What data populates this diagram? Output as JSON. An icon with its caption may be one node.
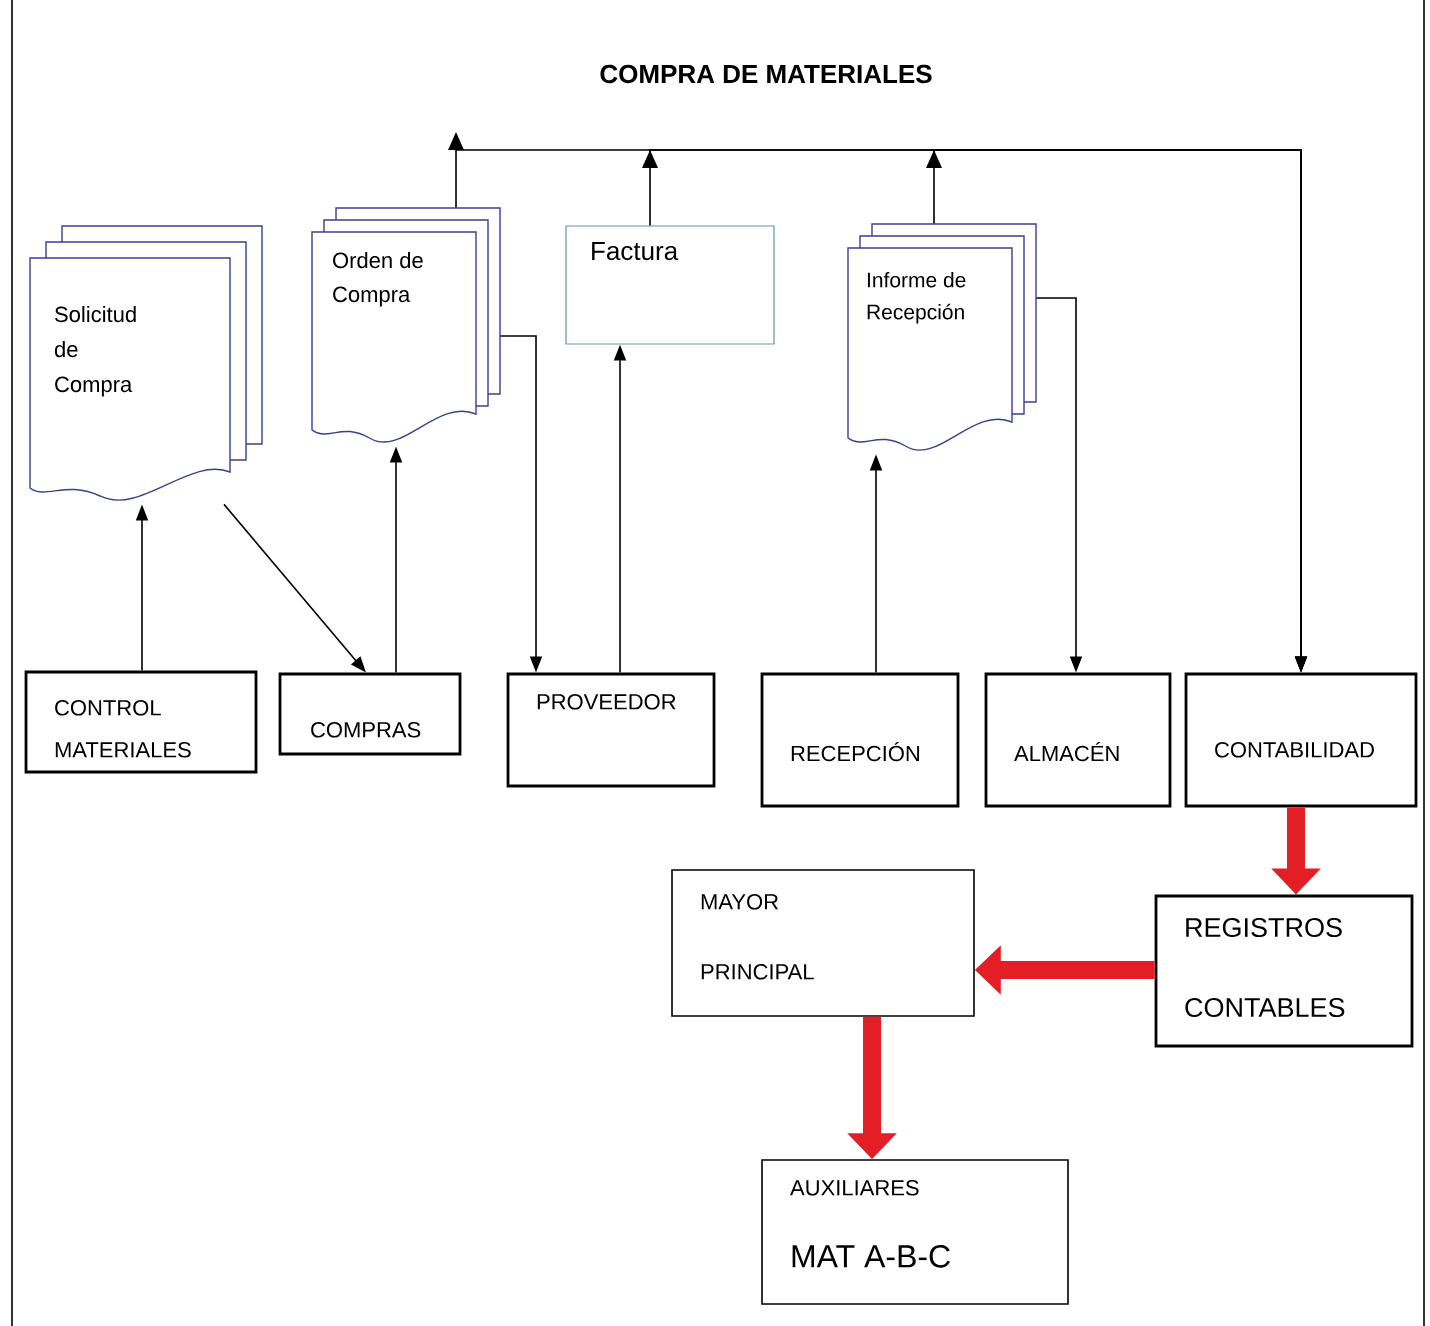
{
  "diagram": {
    "title": "COMPRA DE MATERIALES",
    "nodes": [
      {
        "text": [
          "Solicitud de Compra"
        ]
      },
      {
        "text": [
          "Orden de Compra"
        ]
      },
      {
        "text": [
          "Factura"
        ]
      },
      {
        "text": [
          "Informe de Recepción"
        ]
      },
      {
        "text": [
          "CONTROL MATERIALES"
        ]
      },
      {
        "text": [
          "COMPRAS"
        ]
      },
      {
        "text": [
          "PROVEEDOR"
        ]
      },
      {
        "text": [
          "RECEPCIÓN"
        ]
      },
      {
        "text": [
          "ALMACÉN"
        ]
      },
      {
        "text": [
          "CONTABILIDAD"
        ]
      },
      {
        "text": [
          "MAYOR PRINCIPAL"
        ]
      },
      {
        "text": [
          "REGISTROS CONTABLES"
        ]
      },
      {
        "text": [
          "AUXILIARES",
          "MAT A-B-C"
        ]
      }
    ],
    "edges": [
      {
        "from": 4,
        "to": 0,
        "arrow": "to"
      },
      {
        "from": 0,
        "to": 5,
        "arrow": "to"
      },
      {
        "from": 5,
        "to": 1,
        "arrow": "to"
      },
      {
        "from": 1,
        "to": 6,
        "arrow": "to"
      },
      {
        "from": 6,
        "to": 2,
        "arrow": "to"
      },
      {
        "from": 7,
        "to": 3,
        "arrow": "to"
      },
      {
        "from": 3,
        "to": 8,
        "arrow": "to"
      },
      {
        "from": 1,
        "to": 9,
        "arrow": "to"
      },
      {
        "from": 2,
        "to": 9,
        "arrow": "to"
      },
      {
        "from": 3,
        "to": 9,
        "arrow": "to"
      },
      {
        "from": 9,
        "to": 11,
        "arrow": "to",
        "style": "thick",
        "color": "#e31e24"
      },
      {
        "from": 11,
        "to": 10,
        "arrow": "to",
        "style": "thick",
        "color": "#e31e24"
      },
      {
        "from": 10,
        "to": 12,
        "arrow": "to",
        "style": "thick",
        "color": "#e31e24"
      }
    ]
  }
}
